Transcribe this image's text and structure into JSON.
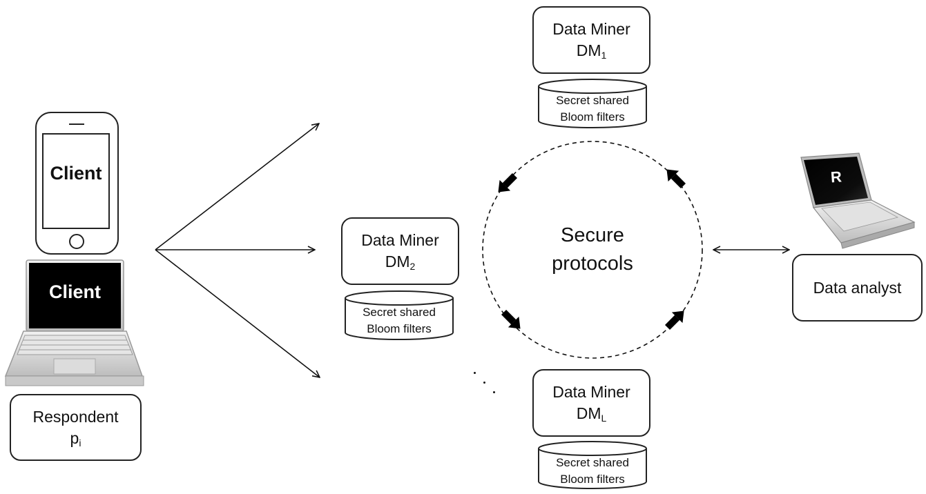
{
  "client": {
    "phone_label": "Client",
    "laptop_label": "Client"
  },
  "respondent": {
    "name": "Respondent",
    "sub_base": "p",
    "sub_index": "i"
  },
  "miners": [
    {
      "title": "Data Miner",
      "base": "DM",
      "index": "1"
    },
    {
      "title": "Data Miner",
      "base": "DM",
      "index": "2"
    },
    {
      "title": "Data Miner",
      "base": "DM",
      "index": "L"
    }
  ],
  "storage": {
    "line1": "Secret shared",
    "line2": "Bloom filters"
  },
  "center": {
    "line1": "Secure",
    "line2": "protocols"
  },
  "analyst": {
    "label": "Data analyst",
    "screen_label": "R"
  },
  "ellipsis": "..."
}
